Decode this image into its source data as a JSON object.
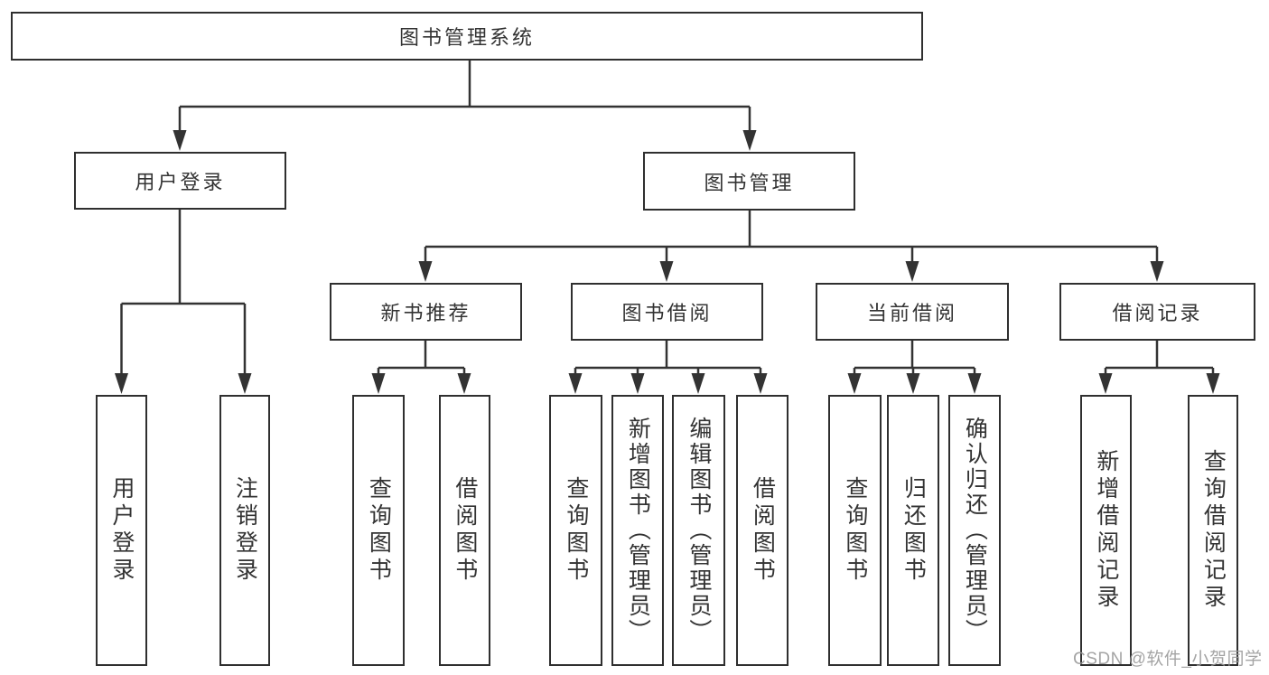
{
  "diagram": {
    "title": "图书管理系统",
    "root": {
      "label": "图书管理系统"
    },
    "level2": {
      "user_login": {
        "label": "用户登录"
      },
      "book_mgmt": {
        "label": "图书管理"
      }
    },
    "level3": {
      "new_book_rec": {
        "label": "新书推荐"
      },
      "book_borrow": {
        "label": "图书借阅"
      },
      "current_borrow": {
        "label": "当前借阅"
      },
      "borrow_record": {
        "label": "借阅记录"
      }
    },
    "leaves": {
      "user_login_leaf": {
        "label": "用户登录"
      },
      "logout": {
        "label": "注销登录"
      },
      "rec_query_book": {
        "label": "查询图书"
      },
      "rec_borrow_book": {
        "label": "借阅图书"
      },
      "bb_query_book": {
        "label": "查询图书"
      },
      "bb_add_book": {
        "label": "新增图书（管理员）"
      },
      "bb_edit_book": {
        "label": "编辑图书（管理员）"
      },
      "bb_borrow_book": {
        "label": "借阅图书"
      },
      "cb_query_book": {
        "label": "查询图书"
      },
      "cb_return_book": {
        "label": "归还图书"
      },
      "cb_confirm_return": {
        "label": "确认归还（管理员）"
      },
      "br_add_record": {
        "label": "新增借阅记录"
      },
      "br_query_record": {
        "label": "查询借阅记录"
      }
    },
    "watermark": "CSDN @软件_小贺同学",
    "colors": {
      "line": "#333333",
      "border": "#2f2f2f",
      "text": "#333333",
      "watermark": "#9b9b9b",
      "background": "#ffffff"
    }
  }
}
